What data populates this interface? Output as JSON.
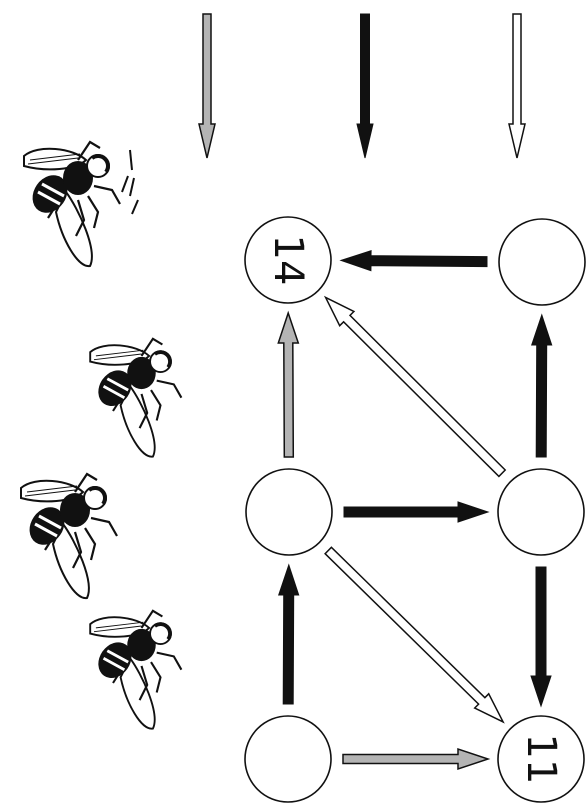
{
  "colors": {
    "gray": "#b4b4b4",
    "black": "#111111",
    "white": "#ffffff",
    "outline": "#111111"
  },
  "legend_arrows": [
    {
      "color": "gray"
    },
    {
      "color": "black"
    },
    {
      "color": "white"
    }
  ],
  "nodes": [
    {
      "id": "top-left",
      "label": "14"
    },
    {
      "id": "top-right",
      "label": ""
    },
    {
      "id": "mid-left",
      "label": ""
    },
    {
      "id": "mid-right",
      "label": ""
    },
    {
      "id": "bottom-left",
      "label": ""
    },
    {
      "id": "bottom-right",
      "label": "11"
    }
  ],
  "edges": [
    {
      "from": "top-right",
      "to": "top-left",
      "color": "black"
    },
    {
      "from": "mid-left",
      "to": "top-left",
      "color": "gray"
    },
    {
      "from": "mid-right",
      "to": "top-left",
      "color": "white"
    },
    {
      "from": "mid-right",
      "to": "top-right",
      "color": "black"
    },
    {
      "from": "mid-left",
      "to": "mid-right",
      "color": "black"
    },
    {
      "from": "mid-right",
      "to": "bottom-right",
      "color": "black"
    },
    {
      "from": "mid-left",
      "to": "bottom-right",
      "color": "white"
    },
    {
      "from": "bottom-left",
      "to": "mid-left",
      "color": "black"
    },
    {
      "from": "bottom-left",
      "to": "bottom-right",
      "color": "gray"
    }
  ],
  "flies": [
    {
      "icon": "fly-icon"
    },
    {
      "icon": "fly-icon"
    },
    {
      "icon": "fly-icon"
    },
    {
      "icon": "fly-icon"
    }
  ]
}
